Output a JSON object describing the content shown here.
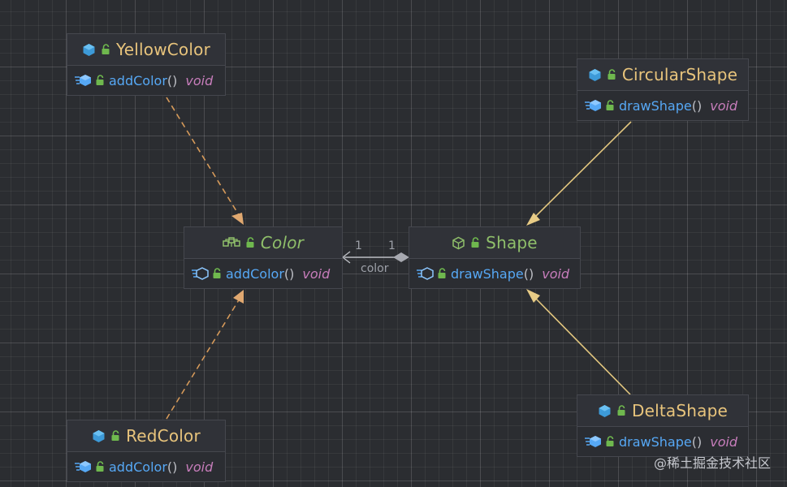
{
  "nodes": {
    "yellow_color": {
      "name": "YellowColor",
      "method": "addColor",
      "parens": "()",
      "return_type": "void"
    },
    "circular_shape": {
      "name": "CircularShape",
      "method": "drawShape",
      "parens": "()",
      "return_type": "void"
    },
    "color": {
      "name": "Color",
      "method": "addColor",
      "parens": "()",
      "return_type": "void"
    },
    "shape": {
      "name": "Shape",
      "method": "drawShape",
      "parens": "()",
      "return_type": "void"
    },
    "red_color": {
      "name": "RedColor",
      "method": "addColor",
      "parens": "()",
      "return_type": "void"
    },
    "delta_shape": {
      "name": "DeltaShape",
      "method": "drawShape",
      "parens": "()",
      "return_type": "void"
    }
  },
  "association": {
    "label": "color",
    "multiplicity_color_end": "1",
    "multiplicity_shape_end": "1"
  },
  "watermark": "@稀土掘金技术社区",
  "colors": {
    "class_name": "#e8c47c",
    "interface_name": "#8fbf6a",
    "abstract_name": "#8fbf6a",
    "method": "#56a8f5",
    "return_type": "#c77dbb",
    "implements_edge": "#d69a5a",
    "extends_edge": "#e3c77f",
    "association_edge": "#bcbec4"
  },
  "icons": {
    "class": "class-icon",
    "interface": "interface-icon",
    "abstract": "abstract-class-icon",
    "method": "method-icon",
    "public": "public-lock-icon"
  }
}
